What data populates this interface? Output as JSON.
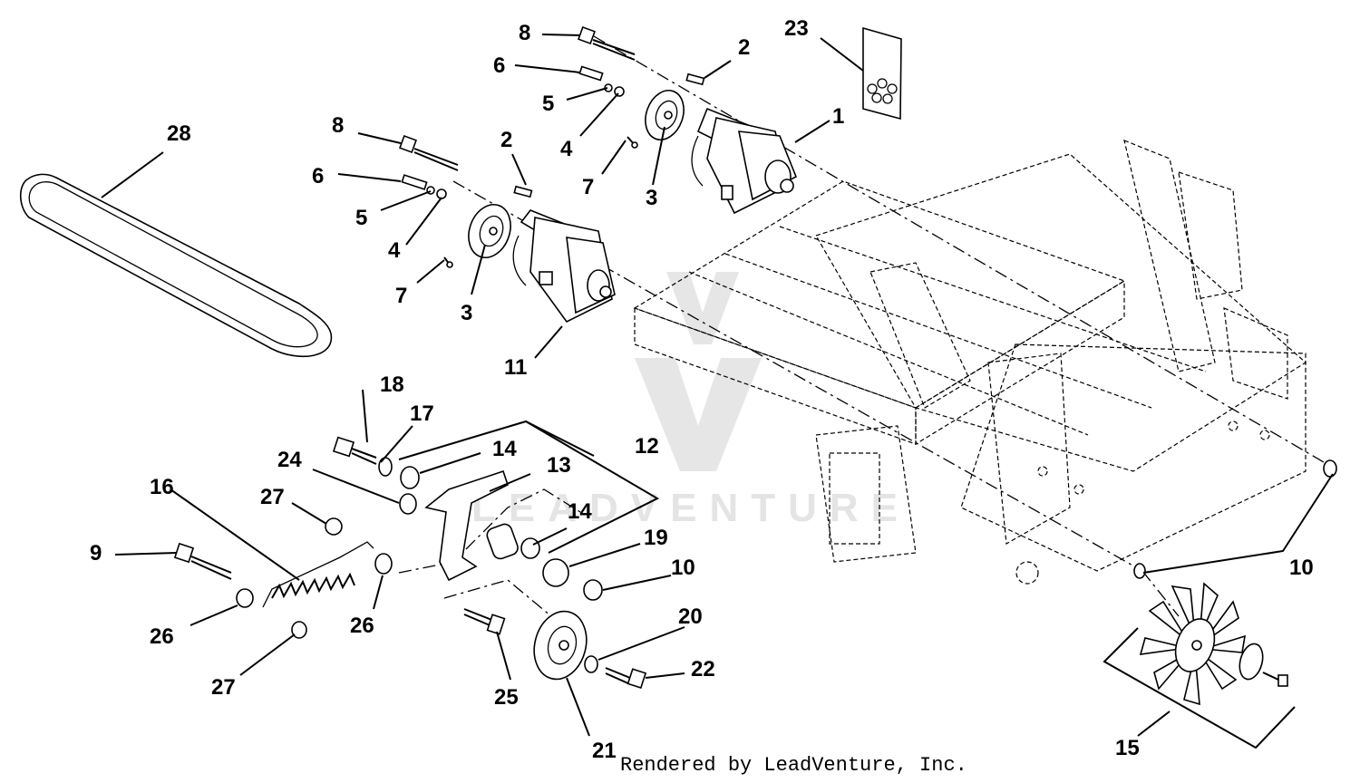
{
  "diagram": {
    "labels": [
      "1",
      "2",
      "2",
      "3",
      "3",
      "4",
      "4",
      "5",
      "5",
      "6",
      "6",
      "7",
      "7",
      "8",
      "8",
      "9",
      "10",
      "10",
      "11",
      "12",
      "13",
      "14",
      "14",
      "15",
      "16",
      "17",
      "18",
      "19",
      "20",
      "21",
      "22",
      "23",
      "24",
      "25",
      "26",
      "26",
      "27",
      "27",
      "28"
    ],
    "watermark": "LEADVENTURE",
    "credit": "Rendered by LeadVenture, Inc."
  }
}
